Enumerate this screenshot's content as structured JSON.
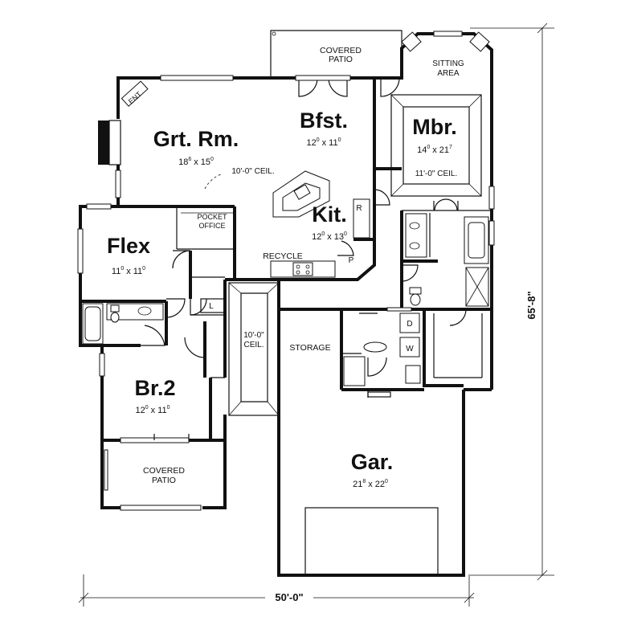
{
  "rooms": {
    "great_room": {
      "name": "Grt. Rm.",
      "w": "18",
      "w_in": "6",
      "x": "x",
      "d": "15",
      "d_in": "0"
    },
    "breakfast": {
      "name": "Bfst.",
      "w": "12",
      "w_in": "0",
      "x": "x",
      "d": "11",
      "d_in": "0"
    },
    "master": {
      "name": "Mbr.",
      "w": "14",
      "w_in": "0",
      "x": "x",
      "d": "21",
      "d_in": "7"
    },
    "kitchen": {
      "name": "Kit.",
      "w": "12",
      "w_in": "0",
      "x": "x",
      "d": "13",
      "d_in": "0"
    },
    "flex": {
      "name": "Flex",
      "w": "11",
      "w_in": "0",
      "x": "x",
      "d": "11",
      "d_in": "0"
    },
    "bedroom2": {
      "name": "Br.2",
      "w": "12",
      "w_in": "0",
      "x": "x",
      "d": "11",
      "d_in": "0"
    },
    "garage": {
      "name": "Gar.",
      "w": "21",
      "w_in": "8",
      "x": "x",
      "d": "22",
      "d_in": "0"
    }
  },
  "labels": {
    "covered_patio_top_1": "COVERED",
    "covered_patio_top_2": "PATIO",
    "sitting_area_1": "SITTING",
    "sitting_area_2": "AREA",
    "ent": "ENT",
    "grt_ceil": "10'-0\" CEIL.",
    "mbr_ceil": "11'-0\" CEIL.",
    "pocket_office_1": "POCKET",
    "pocket_office_2": "OFFICE",
    "recycle": "RECYCLE",
    "r": "R",
    "p": "P",
    "l": "L",
    "d": "D",
    "w": "W",
    "hall_ceil_1": "10'-0\"",
    "hall_ceil_2": "CEIL.",
    "storage": "STORAGE",
    "covered_patio_bottom_1": "COVERED",
    "covered_patio_bottom_2": "PATIO"
  },
  "dimensions": {
    "width": "50'-0\"",
    "depth": "65'-8\""
  }
}
